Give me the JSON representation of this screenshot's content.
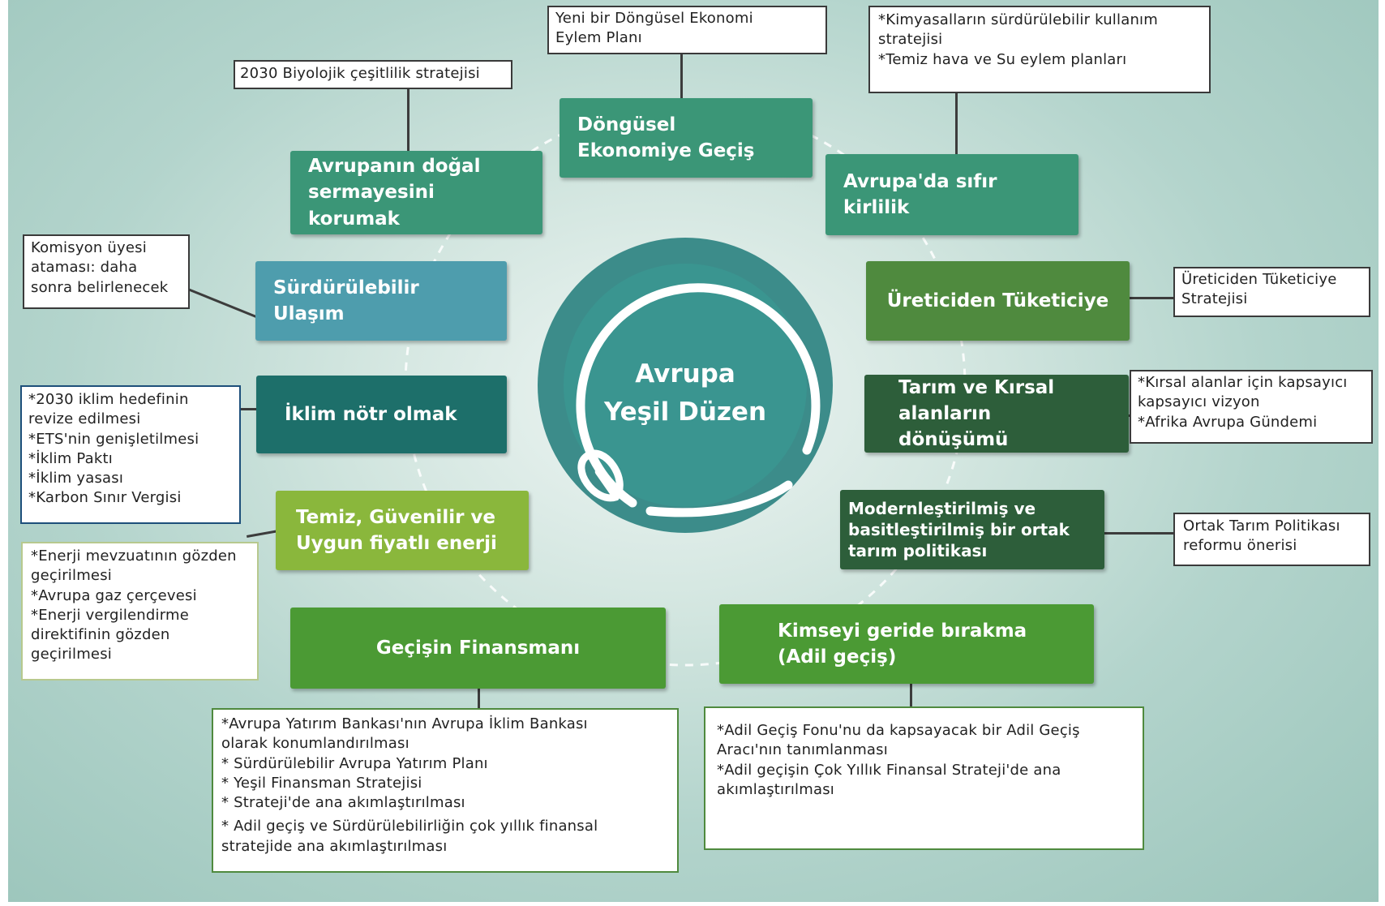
{
  "center": {
    "line1": "Avrupa",
    "line2": "Yeşil Düzen"
  },
  "topics": {
    "dongusel": "Döngüsel Ekonomiye Geçiş",
    "dogal_sermaye": "Avrupanın doğal sermayesini korumak",
    "sifir_kirlilik": "Avrupa'da sıfır kirlilik",
    "ulasim": "Sürdürülebilir Ulaşım",
    "ureticiden": "Üreticiden Tüketiciye",
    "iklim": "İklim nötr olmak",
    "tarim": "Tarım ve Kırsal alanların dönüşümü",
    "enerji": "Temiz, Güvenilir ve Uygun fiyatlı enerji",
    "ortak_tarim": "Modernleştirilmiş ve basitleştirilmiş bir ortak tarım politikası",
    "finansman": "Geçişin Finansmanı",
    "kimseyi": "Kimseyi geride bırakma (Adil geçiş)"
  },
  "callouts": {
    "dongusel": [
      "Yeni bir Döngüsel Ekonomi",
      "Eylem Planı"
    ],
    "biyolojik": [
      "2030 Biyolojik çeşitlilik stratejisi"
    ],
    "kimyasallar": [
      "*Kimyasalların sürdürülebilir kullanım",
      "stratejisi",
      "*Temiz hava ve Su eylem planları"
    ],
    "komisyon": [
      "Komisyon üyesi",
      "ataması: daha",
      "sonra belirlenecek"
    ],
    "ureticiden": [
      "Üreticiden Tüketiciye",
      "Stratejisi"
    ],
    "iklim": [
      "*2030 iklim hedefinin",
      "revize edilmesi",
      "*ETS'nin genişletilmesi",
      "*İklim Paktı",
      "*İklim yasası",
      "*Karbon Sınır Vergisi"
    ],
    "kirsal": [
      "*Kırsal alanlar için kapsayıcı",
      "kapsayıcı vizyon",
      "*Afrika Avrupa Gündemi"
    ],
    "enerji": [
      "*Enerji mevzuatının gözden",
      "geçirilmesi",
      "*Avrupa gaz çerçevesi",
      "*Enerji vergilendirme",
      "direktifinin gözden",
      "geçirilmesi"
    ],
    "ortak_tarim": [
      "Ortak Tarım Politikası",
      "reformu önerisi"
    ],
    "finansman": [
      "*Avrupa Yatırım Bankası'nın Avrupa İklim Bankası",
      "olarak konumlandırılması",
      "* Sürdürülebilir Avrupa Yatırım Planı",
      "* Yeşil Finansman Stratejisi",
      "* Strateji'de ana akımlaştırılması",
      "* Adil geçiş ve Sürdürülebilirliğin çok yıllık finansal",
      "stratejide ana akımlaştırılması"
    ],
    "adil": [
      "*Adil Geçiş Fonu'nu da kapsayacak bir Adil Geçiş",
      "Aracı'nın tanımlanması",
      "*Adil geçişin Çok Yıllık Finansal Strateji'de ana",
      "akımlaştırılması"
    ]
  },
  "colors": {
    "teal_green": "#3b9677",
    "ulasim_blue": "#4e9dad",
    "iklim_teal": "#1d6f6a",
    "ureticiden_green": "#4f8a3e",
    "dark_green": "#2d5e3a",
    "lime": "#8ab73c",
    "green": "#4b9a34",
    "center_outer": "#3c8c8a",
    "center_inner": "#3a9590"
  }
}
